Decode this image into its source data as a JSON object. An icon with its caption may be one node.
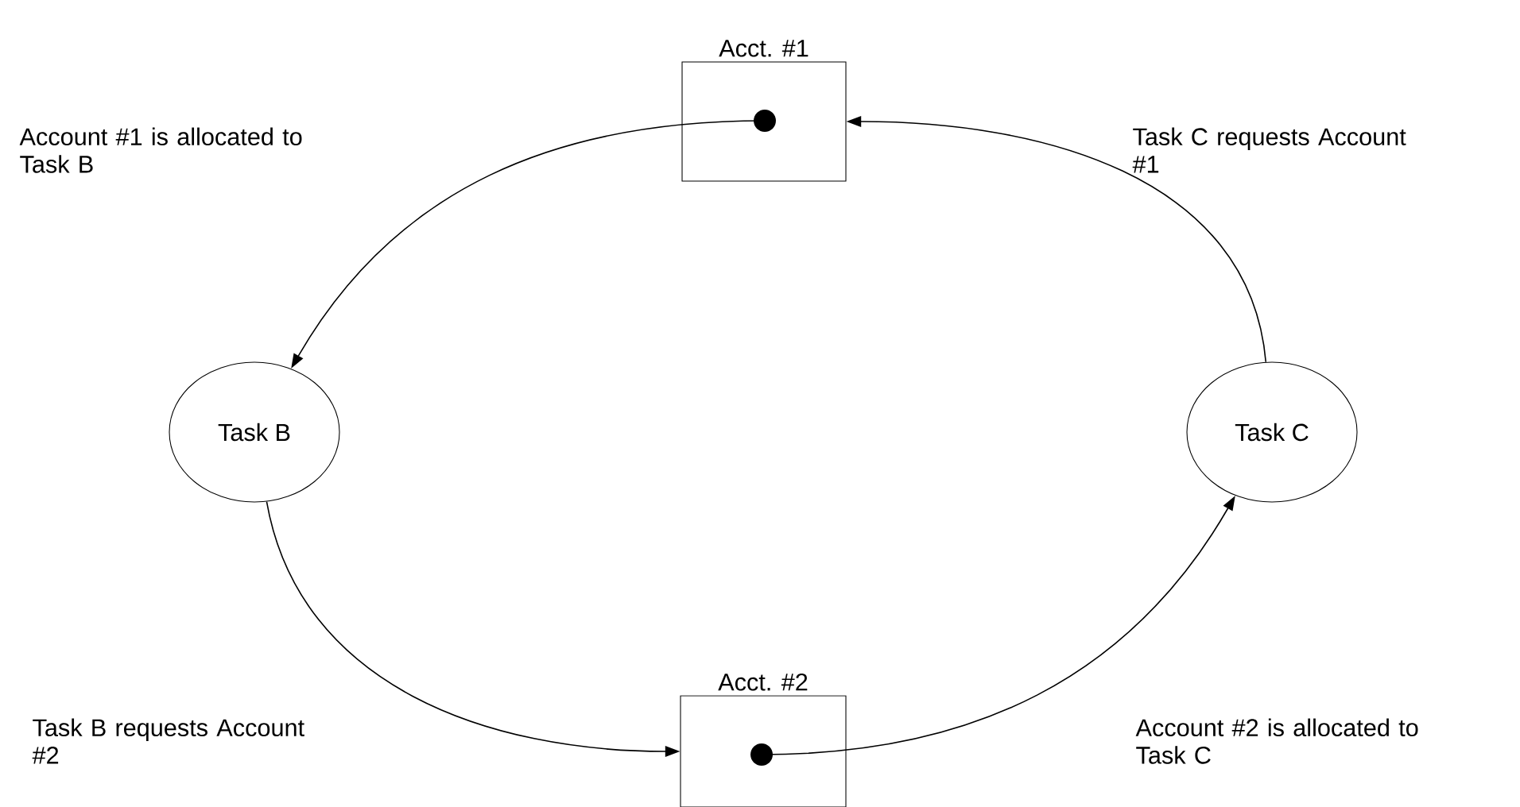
{
  "diagram": {
    "nodes": [
      {
        "text": [
          "Acct. #1"
        ]
      },
      {
        "text": [],
        "shape": "circle",
        "in": 0
      },
      {
        "text": [
          "Task B"
        ]
      },
      {
        "text": [
          "Task C"
        ]
      },
      {
        "text": [
          "Acct. #2"
        ]
      },
      {
        "text": [],
        "shape": "circle",
        "in": 4
      }
    ],
    "edges": [
      {
        "from": 1,
        "to": 2,
        "arrow": "to",
        "label": "Account #1 is allocated to Task B"
      },
      {
        "from": 3,
        "to": 0,
        "arrow": "to",
        "label": "Task C requests Account #1"
      },
      {
        "from": 2,
        "to": 4,
        "arrow": "to",
        "label": "Task B requests Account #2"
      },
      {
        "from": 5,
        "to": 3,
        "arrow": "to",
        "label": "Account #2 is allocated to Task C"
      }
    ]
  }
}
